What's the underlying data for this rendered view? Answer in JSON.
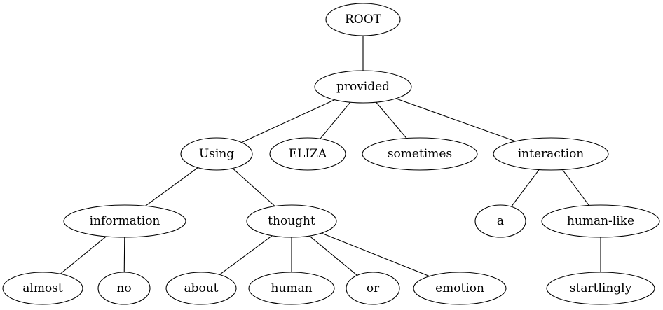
{
  "tree": {
    "nodes": [
      {
        "id": "n0",
        "label": "ROOT"
      },
      {
        "id": "n1",
        "label": "provided"
      },
      {
        "id": "n2",
        "label": "Using"
      },
      {
        "id": "n3",
        "label": "ELIZA"
      },
      {
        "id": "n4",
        "label": "sometimes"
      },
      {
        "id": "n5",
        "label": "interaction"
      },
      {
        "id": "n6",
        "label": "information"
      },
      {
        "id": "n7",
        "label": "thought"
      },
      {
        "id": "n8",
        "label": "a"
      },
      {
        "id": "n9",
        "label": "human-like"
      },
      {
        "id": "n10",
        "label": "almost"
      },
      {
        "id": "n11",
        "label": "no"
      },
      {
        "id": "n12",
        "label": "about"
      },
      {
        "id": "n13",
        "label": "human"
      },
      {
        "id": "n14",
        "label": "or"
      },
      {
        "id": "n15",
        "label": "emotion"
      },
      {
        "id": "n16",
        "label": "startlingly"
      }
    ],
    "edges": [
      [
        "n0",
        "n1"
      ],
      [
        "n1",
        "n2"
      ],
      [
        "n1",
        "n3"
      ],
      [
        "n1",
        "n4"
      ],
      [
        "n1",
        "n5"
      ],
      [
        "n2",
        "n6"
      ],
      [
        "n2",
        "n7"
      ],
      [
        "n5",
        "n8"
      ],
      [
        "n5",
        "n9"
      ],
      [
        "n6",
        "n10"
      ],
      [
        "n6",
        "n11"
      ],
      [
        "n7",
        "n12"
      ],
      [
        "n7",
        "n13"
      ],
      [
        "n7",
        "n14"
      ],
      [
        "n7",
        "n15"
      ],
      [
        "n9",
        "n16"
      ]
    ]
  }
}
